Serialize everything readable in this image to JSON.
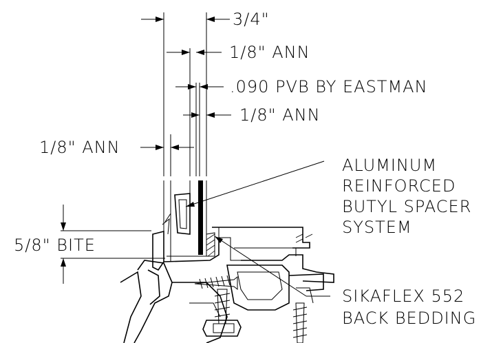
{
  "labels": {
    "overall_thickness": "3/4\"",
    "outer_lite": "1/8\" ANN",
    "interlayer": ".090 PVB BY EASTMAN",
    "inner_lite": "1/8\" ANN",
    "single_lite": "1/8\" ANN",
    "spacer_line1": "ALUMINUM",
    "spacer_line2": "REINFORCED",
    "spacer_line3": "BUTYL SPACER",
    "spacer_line4": "SYSTEM",
    "bite": "5/8\" BITE",
    "bedding_line1": "SIKAFLEX 552",
    "bedding_line2": "BACK BEDDING"
  },
  "colors": {
    "ink": "#000000",
    "background": "#ffffff"
  }
}
